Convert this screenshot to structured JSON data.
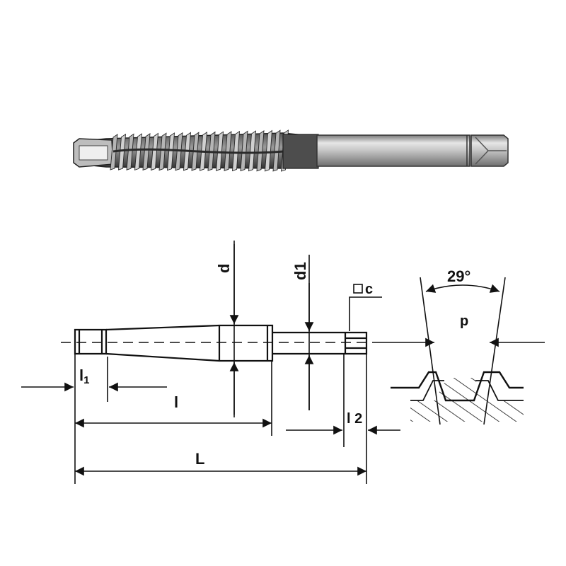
{
  "labels": {
    "d": "d",
    "d1": "d1",
    "square": "c",
    "l1_main": "l",
    "l1_sub": "1",
    "l": "l",
    "l2": "l 2",
    "L": "L",
    "angle": "29°",
    "p": "p"
  },
  "colors": {
    "line": "#111111",
    "steel_dark": "#3c3c3c",
    "steel_mid": "#8a8a8a",
    "steel_light": "#d8d8d8"
  }
}
